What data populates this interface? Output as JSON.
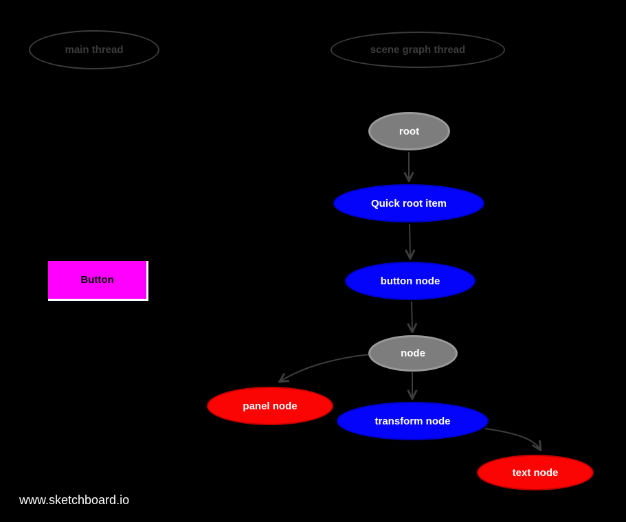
{
  "page": {
    "background": "#000000",
    "watermark": "www.sketchboard.io"
  },
  "lanes": {
    "main_thread": {
      "label": "main thread",
      "outline": "#3c3c3c"
    },
    "scene_graph_thread": {
      "label": "scene graph thread",
      "outline": "#3c3c3c"
    }
  },
  "main_thread_items": {
    "button": {
      "label": "Button",
      "fill": "#ff00ff",
      "text_color": "#000000"
    }
  },
  "scene_graph_nodes": {
    "root": {
      "label": "root",
      "fill": "#7d7d7d",
      "text_color": "#ffffff"
    },
    "quick_root_item": {
      "label": "Quick root item",
      "fill": "#0404fa",
      "text_color": "#ffffff"
    },
    "button_node": {
      "label": "button node",
      "fill": "#0404fa",
      "text_color": "#ffffff"
    },
    "node": {
      "label": "node",
      "fill": "#7d7d7d",
      "text_color": "#ffffff"
    },
    "panel_node": {
      "label": "panel node",
      "fill": "#fa0404",
      "text_color": "#ffffff"
    },
    "transform_node": {
      "label": "transform node",
      "fill": "#0404fa",
      "text_color": "#ffffff"
    },
    "text_node": {
      "label": "text node",
      "fill": "#fa0404",
      "text_color": "#ffffff"
    }
  },
  "edges": [
    {
      "from": "root",
      "to": "quick_root_item"
    },
    {
      "from": "quick_root_item",
      "to": "button_node"
    },
    {
      "from": "button_node",
      "to": "node"
    },
    {
      "from": "node",
      "to": "transform_node"
    },
    {
      "from": "node",
      "to": "panel_node"
    },
    {
      "from": "transform_node",
      "to": "text_node"
    }
  ],
  "colors": {
    "arrow": "#3d3d3d",
    "background": "#000000"
  }
}
